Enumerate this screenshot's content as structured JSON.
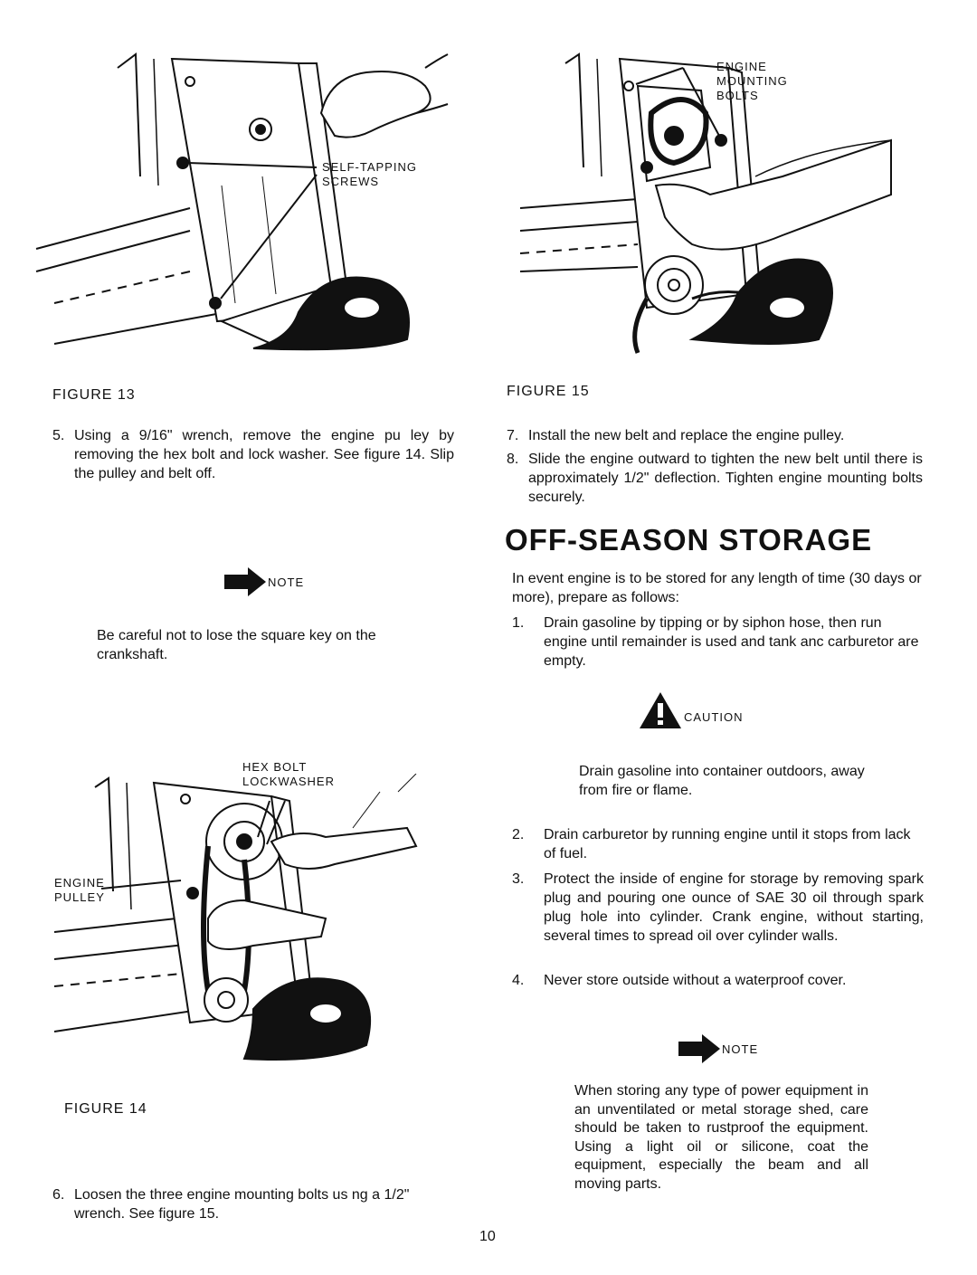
{
  "figures": {
    "fig13": {
      "caption": "FIGURE 13",
      "callout": "SELF-TAPPING\nSCREWS"
    },
    "fig14": {
      "caption": "FIGURE 14",
      "callout_top": "HEX BOLT\nLOCKWASHER",
      "callout_left": "ENGINE\nPULLEY"
    },
    "fig15": {
      "caption": "FIGURE 15",
      "callout": "ENGINE\nMOUNTING\nBOLTS"
    }
  },
  "left_column": {
    "step5": {
      "num": "5.",
      "text": "Using a 9/16\" wrench, remove the engine pu ley by removing the hex bolt and lock washer. See figure 14. Slip the pulley and belt off."
    },
    "note": {
      "label": "NOTE",
      "icon": "arrow-icon",
      "text": "Be careful not to lose the square key on the crankshaft."
    },
    "step6": {
      "num": "6.",
      "text": "Loosen the three engine mounting bolts us ng a 1/2\" wrench. See figure 15."
    }
  },
  "right_column": {
    "step7": {
      "num": "7.",
      "text": "Install the new belt and replace the engine pulley."
    },
    "step8": {
      "num": "8.",
      "text": "Slide the engine outward to tighten the new belt until there is approximately 1/2\" deflection. Tighten engine mounting bolts securely."
    },
    "heading": "OFF-SEASON STORAGE",
    "intro": "In event engine is to be stored for any length of time (30 days or more), prepare as follows:",
    "storage_steps": [
      {
        "num": "1.",
        "text": "Drain gasoline by tipping or by siphon hose, then run engine until remainder is used and tank anc carburetor are empty."
      },
      {
        "num": "2.",
        "text": "Drain carburetor by running engine until it stops from lack of fuel."
      },
      {
        "num": "3.",
        "text": "Protect the inside of engine for storage by removing spark plug and pouring one ounce of SAE 30 oil through spark plug hole into cylinder. Crank engine, without starting, several times to spread oil over cylinder walls."
      },
      {
        "num": "4.",
        "text": "Never store outside without a waterproof cover."
      }
    ],
    "caution": {
      "label": "CAUTION",
      "icon": "warning-icon",
      "text": "Drain gasoline into container outdoors, away from fire or flame."
    },
    "note": {
      "label": "NOTE",
      "icon": "arrow-icon",
      "text": "When storing any type of power equipment in an unventilated or metal storage shed, care should be taken to rustproof the equipment. Using a light oil or silicone, coat the equipment, especially the beam and all moving parts."
    }
  },
  "page_number": "10"
}
